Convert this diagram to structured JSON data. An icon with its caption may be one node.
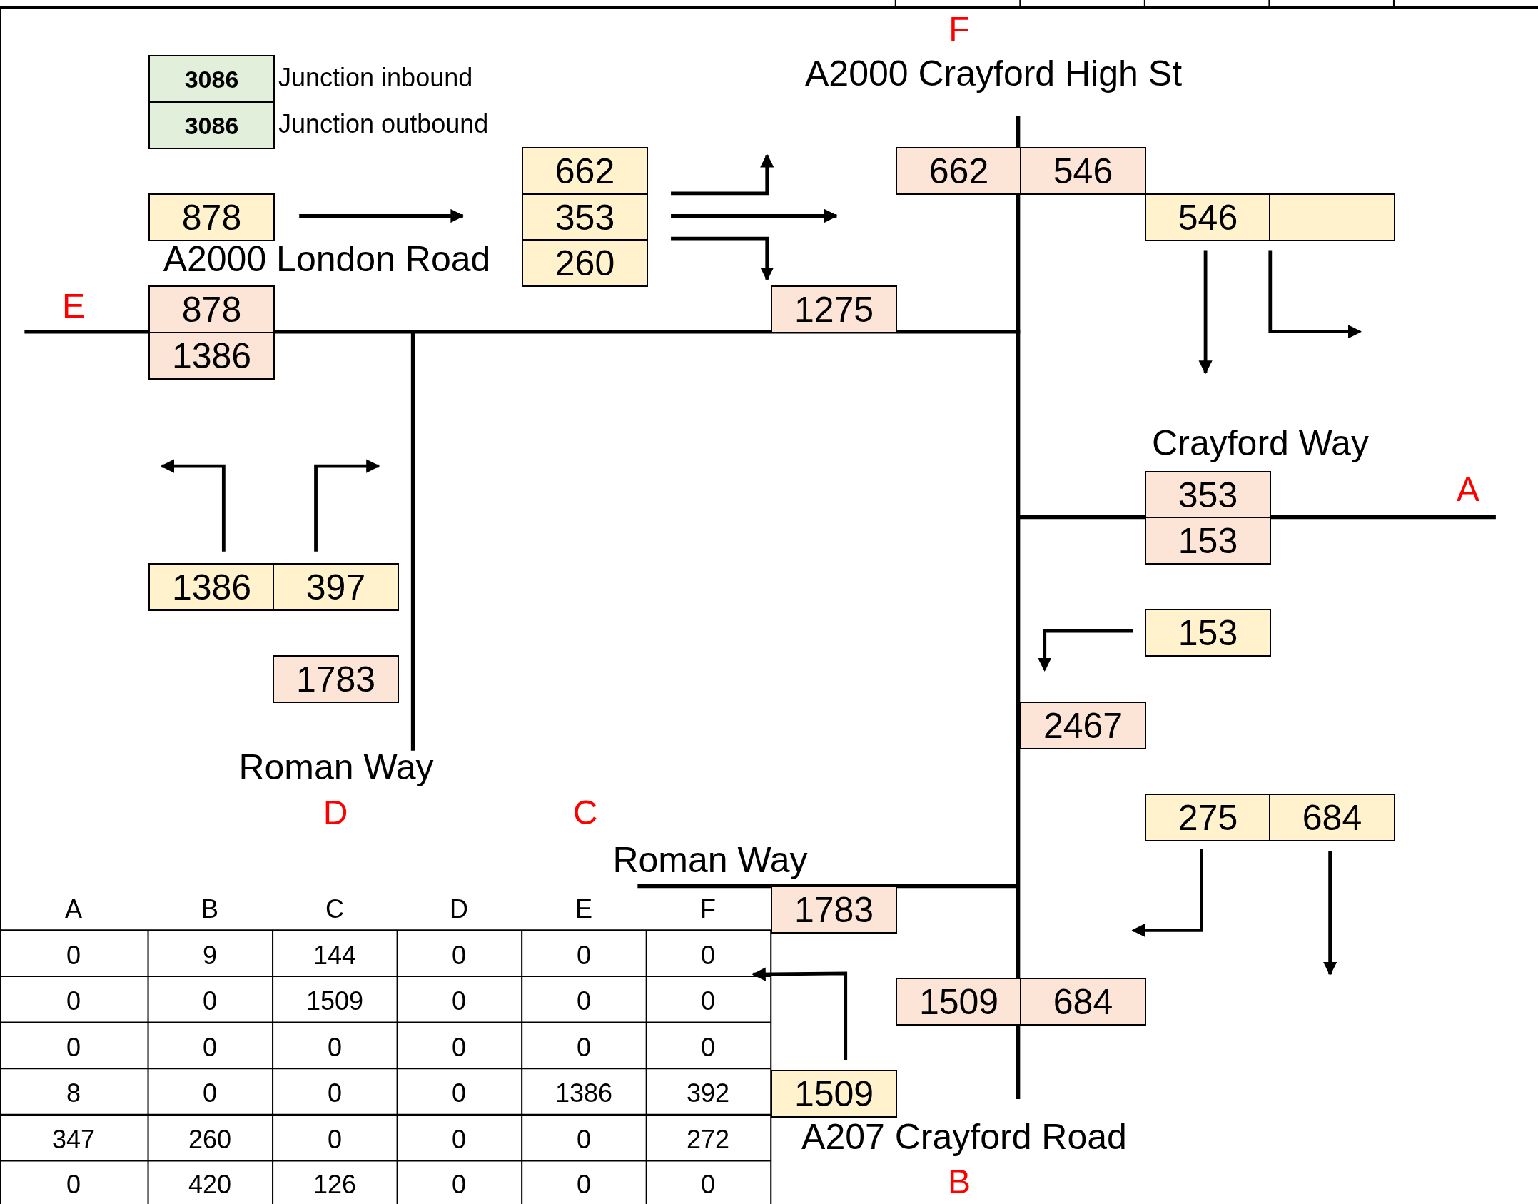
{
  "diagram": {
    "nodes": [
      {
        "text": [
          "3086"
        ],
        "beside": [
          "Junction inbound"
        ]
      },
      {
        "text": [
          "3086"
        ],
        "beside": [
          "Junction outbound"
        ]
      },
      {
        "text": [
          "878"
        ]
      },
      {
        "text": [
          "662"
        ]
      },
      {
        "text": [
          "353"
        ]
      },
      {
        "text": [
          "260"
        ]
      },
      {
        "text": [
          "662"
        ]
      },
      {
        "text": [
          "546"
        ]
      },
      {
        "text": [
          "546"
        ]
      },
      {
        "text": [],
        "shape": "box"
      },
      {
        "text": [
          "878"
        ]
      },
      {
        "text": [
          "1386"
        ]
      },
      {
        "text": [
          "1275"
        ]
      },
      {
        "text": [
          "353"
        ]
      },
      {
        "text": [
          "153"
        ]
      },
      {
        "text": [
          "1386"
        ]
      },
      {
        "text": [
          "397"
        ]
      },
      {
        "text": [
          "153"
        ]
      },
      {
        "text": [
          "1783"
        ]
      },
      {
        "text": [
          "2467"
        ]
      },
      {
        "text": [
          "275"
        ]
      },
      {
        "text": [
          "684"
        ]
      },
      {
        "text": [
          "1783"
        ]
      },
      {
        "text": [
          "1509"
        ]
      },
      {
        "text": [
          "684"
        ]
      },
      {
        "text": [
          "1509"
        ]
      }
    ],
    "edges": [],
    "labels": [
      "F",
      "A2000 Crayford High St",
      "A2000 London Road",
      "E",
      "Crayford Way",
      "A",
      "Roman Way",
      "D",
      "C",
      "Roman Way",
      "A",
      "B",
      "C",
      "D",
      "E",
      "F",
      "0",
      "9",
      "144",
      "0",
      "0",
      "0",
      "0",
      "0",
      "1509",
      "0",
      "0",
      "0",
      "0",
      "0",
      "0",
      "0",
      "0",
      "0",
      "8",
      "0",
      "0",
      "0",
      "1386",
      "392",
      "347",
      "260",
      "0",
      "0",
      "0",
      "272",
      "0",
      "420",
      "126",
      "0",
      "0",
      "0",
      "A207 Crayford Road",
      "B"
    ]
  }
}
